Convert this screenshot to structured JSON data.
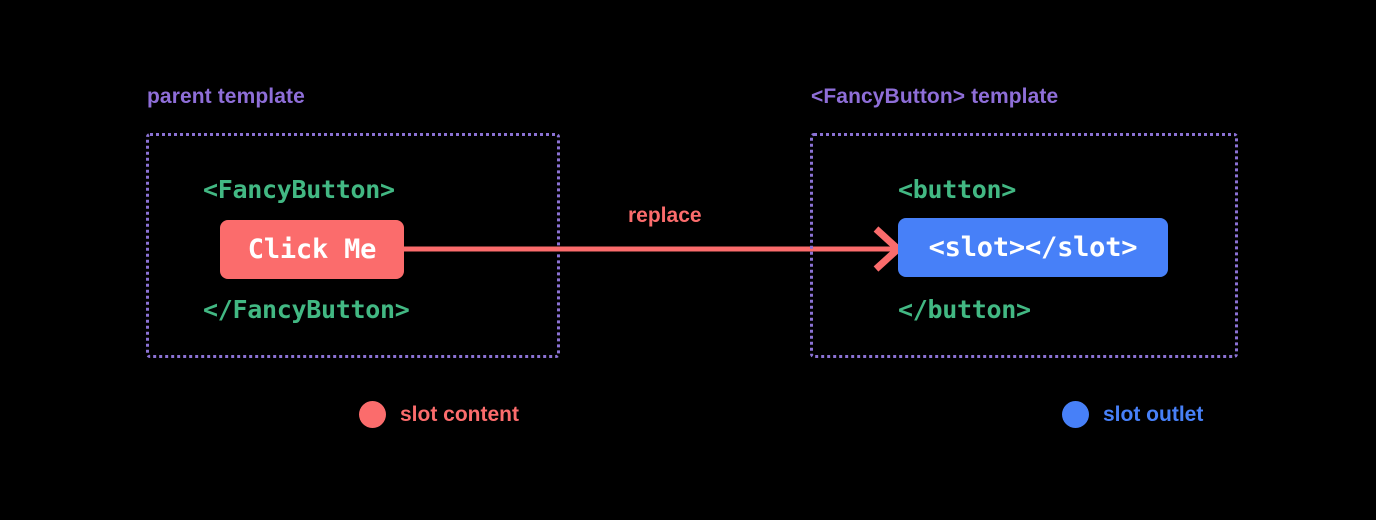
{
  "background_color": "#000000",
  "theme": {
    "accent_green": "#42b883",
    "accent_purple": "#8e6ed8",
    "accent_red": "#fb6c6c",
    "accent_blue": "#4780f8",
    "panel_border": "#8b72d4",
    "text_on_chip": "#ffffff"
  },
  "panels": {
    "left": {
      "title": "parent template",
      "code_open": "<FancyButton>",
      "chip_label": "Click Me",
      "code_close": "</FancyButton>"
    },
    "right": {
      "title": "<FancyButton> template",
      "code_open": "<button>",
      "chip_label": "<slot></slot>",
      "code_close": "</button>"
    }
  },
  "connector": {
    "label": "replace",
    "direction": "left-to-right"
  },
  "legend": [
    {
      "label": "slot content",
      "color": "#fb6c6c",
      "dot": "filled-circle"
    },
    {
      "label": "slot outlet",
      "color": "#4780f8",
      "dot": "filled-circle"
    }
  ]
}
